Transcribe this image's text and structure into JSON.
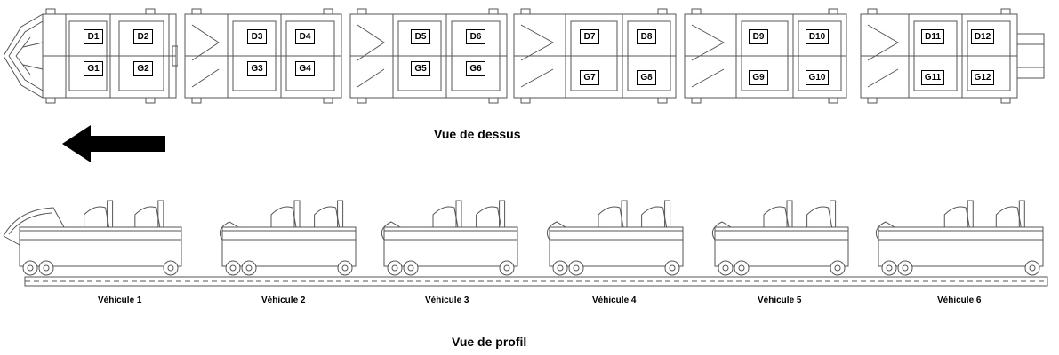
{
  "captions": {
    "top_view": "Vue de dessus",
    "side_view": "Vue de profil"
  },
  "cars": [
    {
      "label": "Véhicule 1",
      "seats": {
        "d1": "D1",
        "d2": "D2",
        "g1": "G1",
        "g2": "G2"
      }
    },
    {
      "label": "Véhicule 2",
      "seats": {
        "d1": "D3",
        "d2": "D4",
        "g1": "G3",
        "g2": "G4"
      }
    },
    {
      "label": "Véhicule 3",
      "seats": {
        "d1": "D5",
        "d2": "D6",
        "g1": "G5",
        "g2": "G6"
      }
    },
    {
      "label": "Véhicule 4",
      "seats": {
        "d1": "D7",
        "d2": "D8",
        "g1": "G7",
        "g2": "G8"
      }
    },
    {
      "label": "Véhicule 5",
      "seats": {
        "d1": "D9",
        "d2": "D10",
        "g1": "G9",
        "g2": "G10"
      }
    },
    {
      "label": "Véhicule 6",
      "seats": {
        "d1": "D11",
        "d2": "D12",
        "g1": "G11",
        "g2": "G12"
      }
    }
  ],
  "colors": {
    "line": "#555555",
    "ink": "#000000"
  },
  "icons": {
    "direction": "arrow-left-icon"
  }
}
